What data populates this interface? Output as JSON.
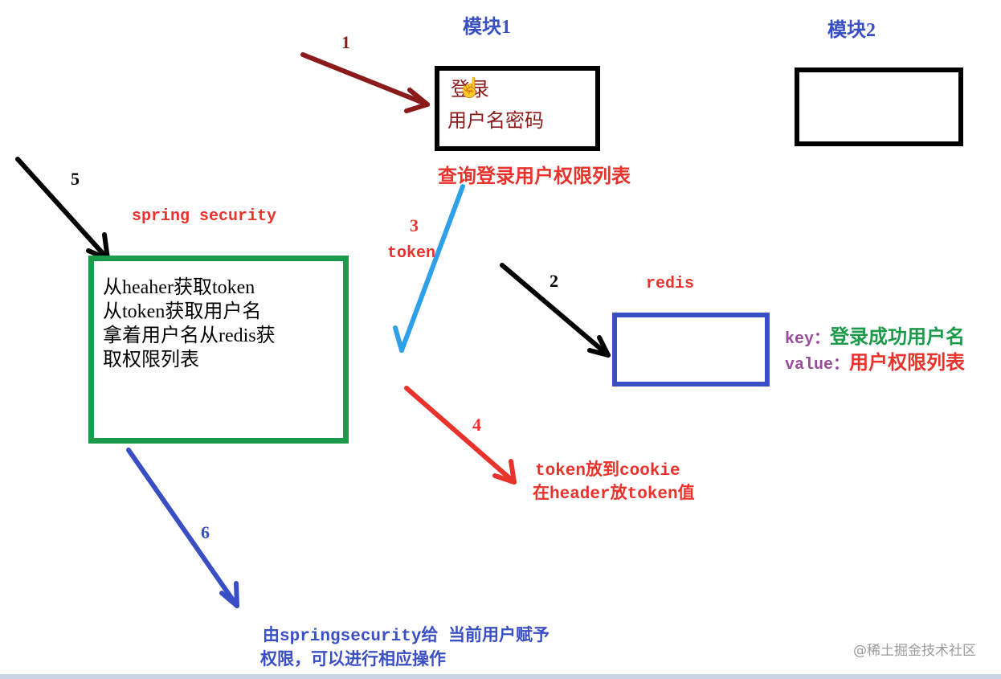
{
  "modules": {
    "module1": {
      "title": "模块1",
      "line1": "登录",
      "line2": "用户名密码"
    },
    "module2": {
      "title": "模块2"
    }
  },
  "labels": {
    "query": "查询登录用户权限列表",
    "spring_security": "spring security",
    "token": "token",
    "redis": "redis",
    "key_label": "key：",
    "key_value": "登录成功用户名",
    "value_label": "value：",
    "value_value": "用户权限列表",
    "cookie_line1": "token放到cookie",
    "cookie_line2": "在header放token值",
    "final_line1": "由springsecurity给 当前用户赋予",
    "final_line2": "权限，可以进行相应操作",
    "watermark": "@稀土掘金技术社区"
  },
  "security_box": {
    "line1": "从heaher获取token",
    "line2": "从token获取用户名",
    "line3": "拿着用户名从redis获",
    "line4": "取权限列表"
  },
  "steps": [
    "1",
    "2",
    "3",
    "4",
    "5",
    "6"
  ],
  "colors": {
    "dark_red": "#8b1a1a",
    "red": "#e8322c",
    "blue": "#3a4fc4",
    "green": "#1a9a4a",
    "purple": "#9a4a9a",
    "cyan": "#2ea0e8",
    "black": "#000000"
  }
}
